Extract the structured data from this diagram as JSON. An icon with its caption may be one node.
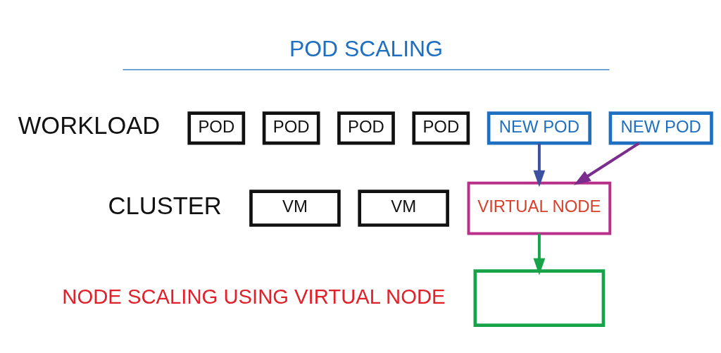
{
  "diagram": {
    "nodes": [
      {
        "text": [
          "POD"
        ]
      },
      {
        "text": [
          "POD"
        ]
      },
      {
        "text": [
          "POD"
        ]
      },
      {
        "text": [
          "POD"
        ]
      },
      {
        "text": [
          "NEW POD"
        ]
      },
      {
        "text": [
          "NEW POD"
        ]
      },
      {
        "text": [
          "VM"
        ]
      },
      {
        "text": [
          "VM"
        ]
      },
      {
        "text": [
          "VIRTUAL NODE"
        ]
      },
      {
        "text": [],
        "shape": "box"
      }
    ],
    "edges": [
      {
        "from": 4,
        "to": 8,
        "arrow": "to",
        "color": "#3d4f9f"
      },
      {
        "from": 5,
        "to": 8,
        "arrow": "to",
        "color": "#7b2d8e"
      },
      {
        "from": 8,
        "to": 9,
        "arrow": "to",
        "color": "#17a34a"
      }
    ],
    "labels": [
      "POD SCALING",
      "WORKLOAD",
      "CLUSTER",
      "NODE SCALING USING VIRTUAL NODE"
    ]
  }
}
